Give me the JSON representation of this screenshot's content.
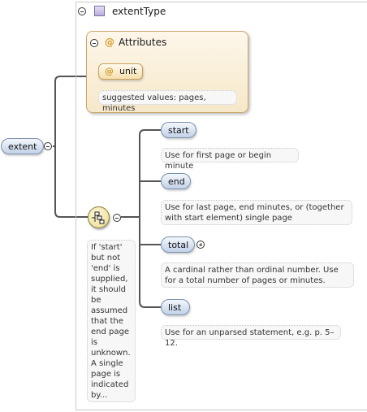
{
  "root": {
    "label": "extent"
  },
  "type": {
    "label": "extentType"
  },
  "attributes": {
    "label": "Attributes",
    "at_symbol": "@",
    "items": [
      {
        "name": "unit",
        "note": "suggested values: pages, minutes"
      }
    ]
  },
  "sequence": {
    "icon": "sequence-compositor-icon",
    "note": "If 'start' but not 'end' is supplied, it should be assumed that the end page is unknown. A single page is indicated by..."
  },
  "children": [
    {
      "name": "start",
      "note": "Use for first page or begin minute",
      "expandable": false
    },
    {
      "name": "end",
      "note": "Use for last page, end minutes, or (together with start element) single page",
      "expandable": false
    },
    {
      "name": "total",
      "note": "A cardinal rather than ordinal number. Use for a total number of pages or minutes.",
      "expandable": true
    },
    {
      "name": "list",
      "note": "Use for an unparsed statement, e.g. p. 5–12.",
      "expandable": false
    }
  ],
  "colors": {
    "element_fill": "#c2d2e8",
    "element_border": "#7a8fab",
    "attribute_fill": "#f6e8c9",
    "attribute_border": "#c9a76a",
    "compositor_fill": "#f5ecad",
    "connector": "#555555"
  }
}
